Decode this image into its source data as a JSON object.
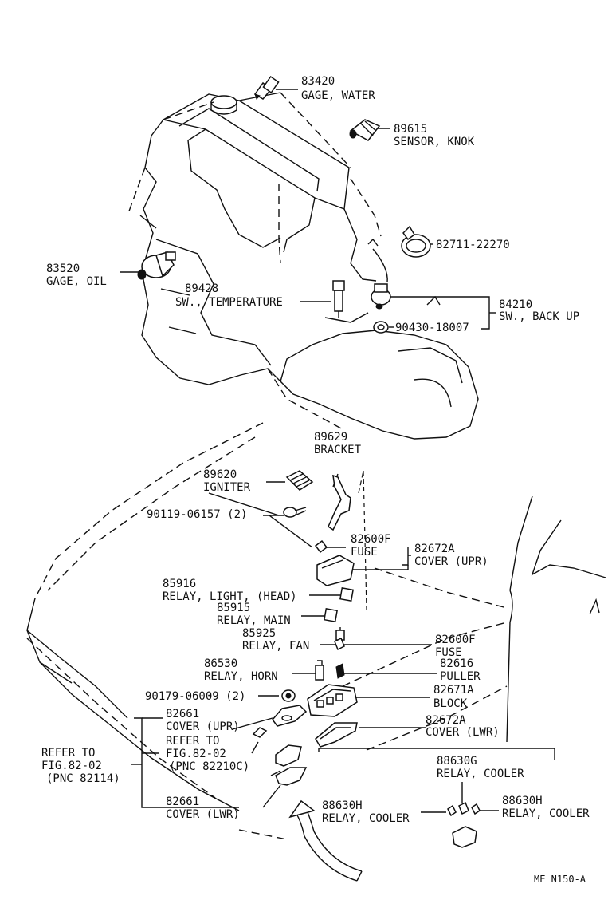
{
  "parts": {
    "gage_water": {
      "number": "83420",
      "name": "GAGE, WATER"
    },
    "sensor_knok": {
      "number": "89615",
      "name": "SENSOR, KNOK"
    },
    "clamp": {
      "number": "82711-22270"
    },
    "gage_oil": {
      "number": "83520",
      "name": "GAGE, OIL"
    },
    "sw_temperature": {
      "number": "89428",
      "name": "SW., TEMPERATURE"
    },
    "sw_back_up": {
      "number": "84210",
      "name": "SW., BACK UP"
    },
    "gasket": {
      "number": "90430-18007"
    },
    "bracket": {
      "number": "89629",
      "name": "BRACKET"
    },
    "igniter": {
      "number": "89620",
      "name": "IGNITER"
    },
    "bolt": {
      "number": "90119-06157 (2)"
    },
    "fuse_upper": {
      "number": "82600F",
      "name": "FUSE"
    },
    "cover_upr_a": {
      "number": "82672A",
      "name": "COVER (UPR)"
    },
    "relay_light_head": {
      "number": "85916",
      "name": "RELAY, LIGHT, (HEAD)"
    },
    "relay_main": {
      "number": "85915",
      "name": "RELAY, MAIN"
    },
    "relay_fan": {
      "number": "85925",
      "name": "RELAY, FAN"
    },
    "fuse_lower": {
      "number": "82600F",
      "name": "FUSE"
    },
    "relay_horn": {
      "number": "86530",
      "name": "RELAY, HORN"
    },
    "puller": {
      "number": "82616",
      "name": "PULLER"
    },
    "clip": {
      "number": "90179-06009 (2)"
    },
    "block": {
      "number": "82671A",
      "name": "BLOCK"
    },
    "cover_upr_b": {
      "number": "82661",
      "name": "COVER (UPR)"
    },
    "cover_lwr_a": {
      "number": "82672A",
      "name": "COVER (LWR)"
    },
    "refer_pnc_82210c": {
      "line1": "REFER TO",
      "line2": "FIG.82-02",
      "line3": "(PNC 82210C)"
    },
    "refer_pnc_82114": {
      "line1": "REFER TO",
      "line2": "FIG.82-02",
      "line3": "(PNC 82114)"
    },
    "relay_cooler_g": {
      "number": "88630G",
      "name": "RELAY, COOLER"
    },
    "cover_lwr_b": {
      "number": "82661",
      "name": "COVER (LWR)"
    },
    "relay_cooler_h_left": {
      "number": "88630H",
      "name": "RELAY, COOLER"
    },
    "relay_cooler_h_right": {
      "number": "88630H",
      "name": "RELAY, COOLER"
    }
  },
  "figure_code": "ME N150-A"
}
